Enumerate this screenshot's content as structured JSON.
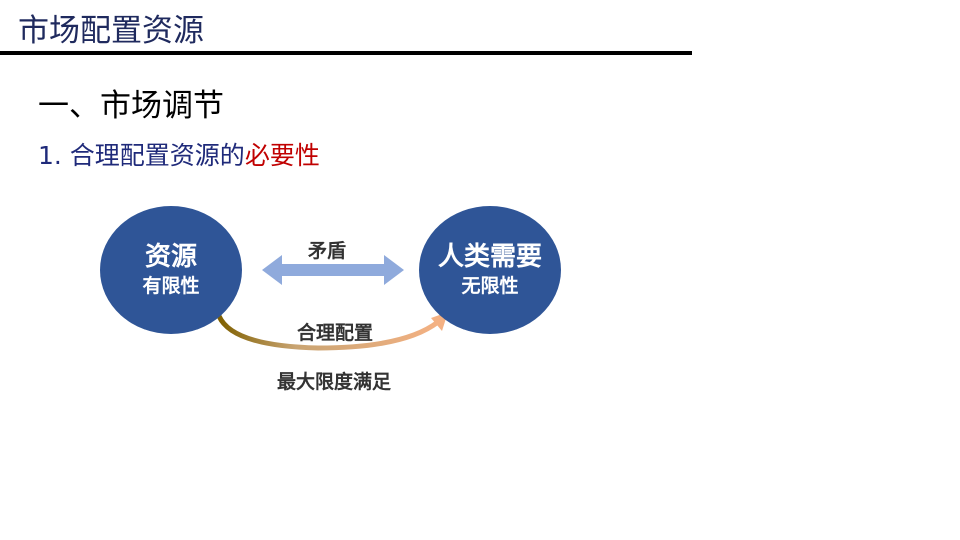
{
  "slide": {
    "title": "市场配置资源",
    "section_heading": "一、市场调节",
    "sub_heading_prefix": "1. 合理配置资源的",
    "sub_heading_emphasis": "必要性"
  },
  "diagram": {
    "left_node": {
      "title": "资源",
      "subtitle": "有限性"
    },
    "right_node": {
      "title": "人类需要",
      "subtitle": "无限性"
    },
    "arrow_label": "矛盾",
    "curve_label": "合理配置",
    "result_label": "最大限度满足"
  },
  "colors": {
    "title_text": "#1f2a5e",
    "sub_heading_text": "#1f2a7a",
    "emphasis_text": "#c00000",
    "node_fill": "#2f5597",
    "double_arrow": "#8faadc",
    "curve_arrow_start": "#7f6000",
    "curve_arrow_end": "#f4b183"
  }
}
